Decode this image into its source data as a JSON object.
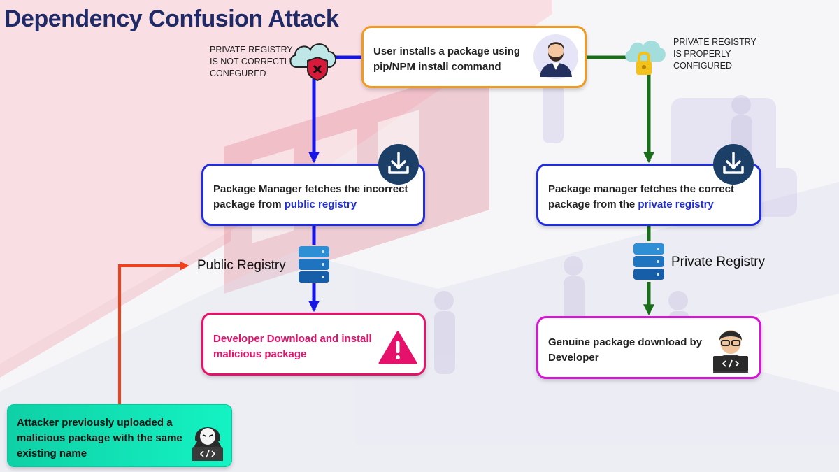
{
  "title": "Dependency Confusion Attack",
  "user_box": {
    "text": "User installs a package using pip/NPM install command"
  },
  "notes": {
    "left": [
      "PRIVATE REGISTRY",
      "IS NOT CORRECTLY",
      "CONFGURED"
    ],
    "right": [
      "PRIVATE REGISTRY",
      "IS PROPERLY",
      "CONFIGURED"
    ]
  },
  "left_branch": {
    "fetch_text": "Package Manager fetches the incorrect package from ",
    "fetch_highlight": "public registry",
    "registry_label": "Public Registry",
    "download_text": "Developer Download and install malicious package"
  },
  "right_branch": {
    "fetch_text": "Package manager fetches the correct package from the ",
    "fetch_highlight": "private registry",
    "registry_label": "Private Registry",
    "download_text": "Genuine package download by Developer"
  },
  "attacker_box": {
    "text": "Attacker  previously uploaded  a malicious package with the same existing name"
  },
  "icons": {
    "cloud_insecure": "cloud-shield-x-icon",
    "cloud_secure": "cloud-lock-icon",
    "user": "user-avatar-icon",
    "download": "download-icon",
    "database": "database-icon",
    "warning": "warning-triangle-icon",
    "hacker": "hacker-icon",
    "developer": "developer-icon"
  },
  "colors": {
    "title": "#1f2a66",
    "user_border": "#f09a1f",
    "fetch_border": "#1f2ddd",
    "malicious_border": "#e5116a",
    "genuine_border": "#d516d5",
    "attacker_fill": "#14f3c3",
    "arrow_blue": "#1515e6",
    "arrow_green": "#1a6e1a",
    "arrow_red": "#f2401c"
  }
}
